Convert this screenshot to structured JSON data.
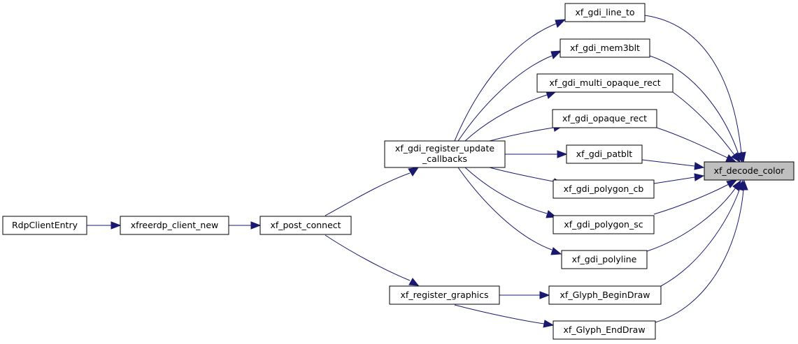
{
  "graph": {
    "focus_function": "xf_decode_color",
    "edge_color": "#191970",
    "focus_fill": "#bfbfbf",
    "nodes": {
      "rdpclient": {
        "label": "RdpClientEntry"
      },
      "clientnew": {
        "label": "xfreerdp_client_new"
      },
      "postconnect": {
        "label": "xf_post_connect"
      },
      "register_update_1": {
        "label": "xf_gdi_register_update"
      },
      "register_update_2": {
        "label": "_callbacks"
      },
      "register_graphics": {
        "label": "xf_register_graphics"
      },
      "line_to": {
        "label": "xf_gdi_line_to"
      },
      "mem3blt": {
        "label": "xf_gdi_mem3blt"
      },
      "multi_opaque": {
        "label": "xf_gdi_multi_opaque_rect"
      },
      "opaque_rect": {
        "label": "xf_gdi_opaque_rect"
      },
      "patblt": {
        "label": "xf_gdi_patblt"
      },
      "polygon_cb": {
        "label": "xf_gdi_polygon_cb"
      },
      "polygon_sc": {
        "label": "xf_gdi_polygon_sc"
      },
      "polyline": {
        "label": "xf_gdi_polyline"
      },
      "glyph_begin": {
        "label": "xf_Glyph_BeginDraw"
      },
      "glyph_end": {
        "label": "xf_Glyph_EndDraw"
      },
      "decode_color": {
        "label": "xf_decode_color"
      }
    }
  }
}
